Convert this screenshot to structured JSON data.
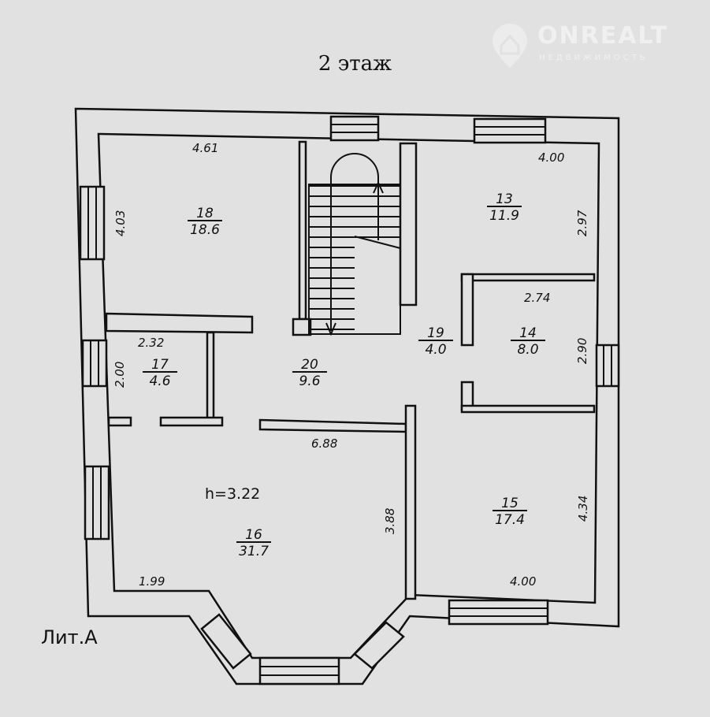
{
  "title": "2 этаж",
  "watermark": {
    "name": "ONREALT",
    "sub": "НЕДВИЖИМОСТЬ"
  },
  "label_lit": "Лит.А",
  "ceiling_height": "h=3.22",
  "rooms": [
    {
      "num": "18",
      "area": "18.6"
    },
    {
      "num": "13",
      "area": "11.9"
    },
    {
      "num": "14",
      "area": "8.0"
    },
    {
      "num": "19",
      "area": "4.0"
    },
    {
      "num": "20",
      "area": "9.6"
    },
    {
      "num": "17",
      "area": "4.6"
    },
    {
      "num": "16",
      "area": "31.7"
    },
    {
      "num": "15",
      "area": "17.4"
    }
  ],
  "dimensions": [
    "4.61",
    "4.03",
    "4.00",
    "2.97",
    "2.74",
    "2.90",
    "2.32",
    "2.00",
    "6.88",
    "3.88",
    "4.34",
    "1.99",
    "4.00"
  ]
}
